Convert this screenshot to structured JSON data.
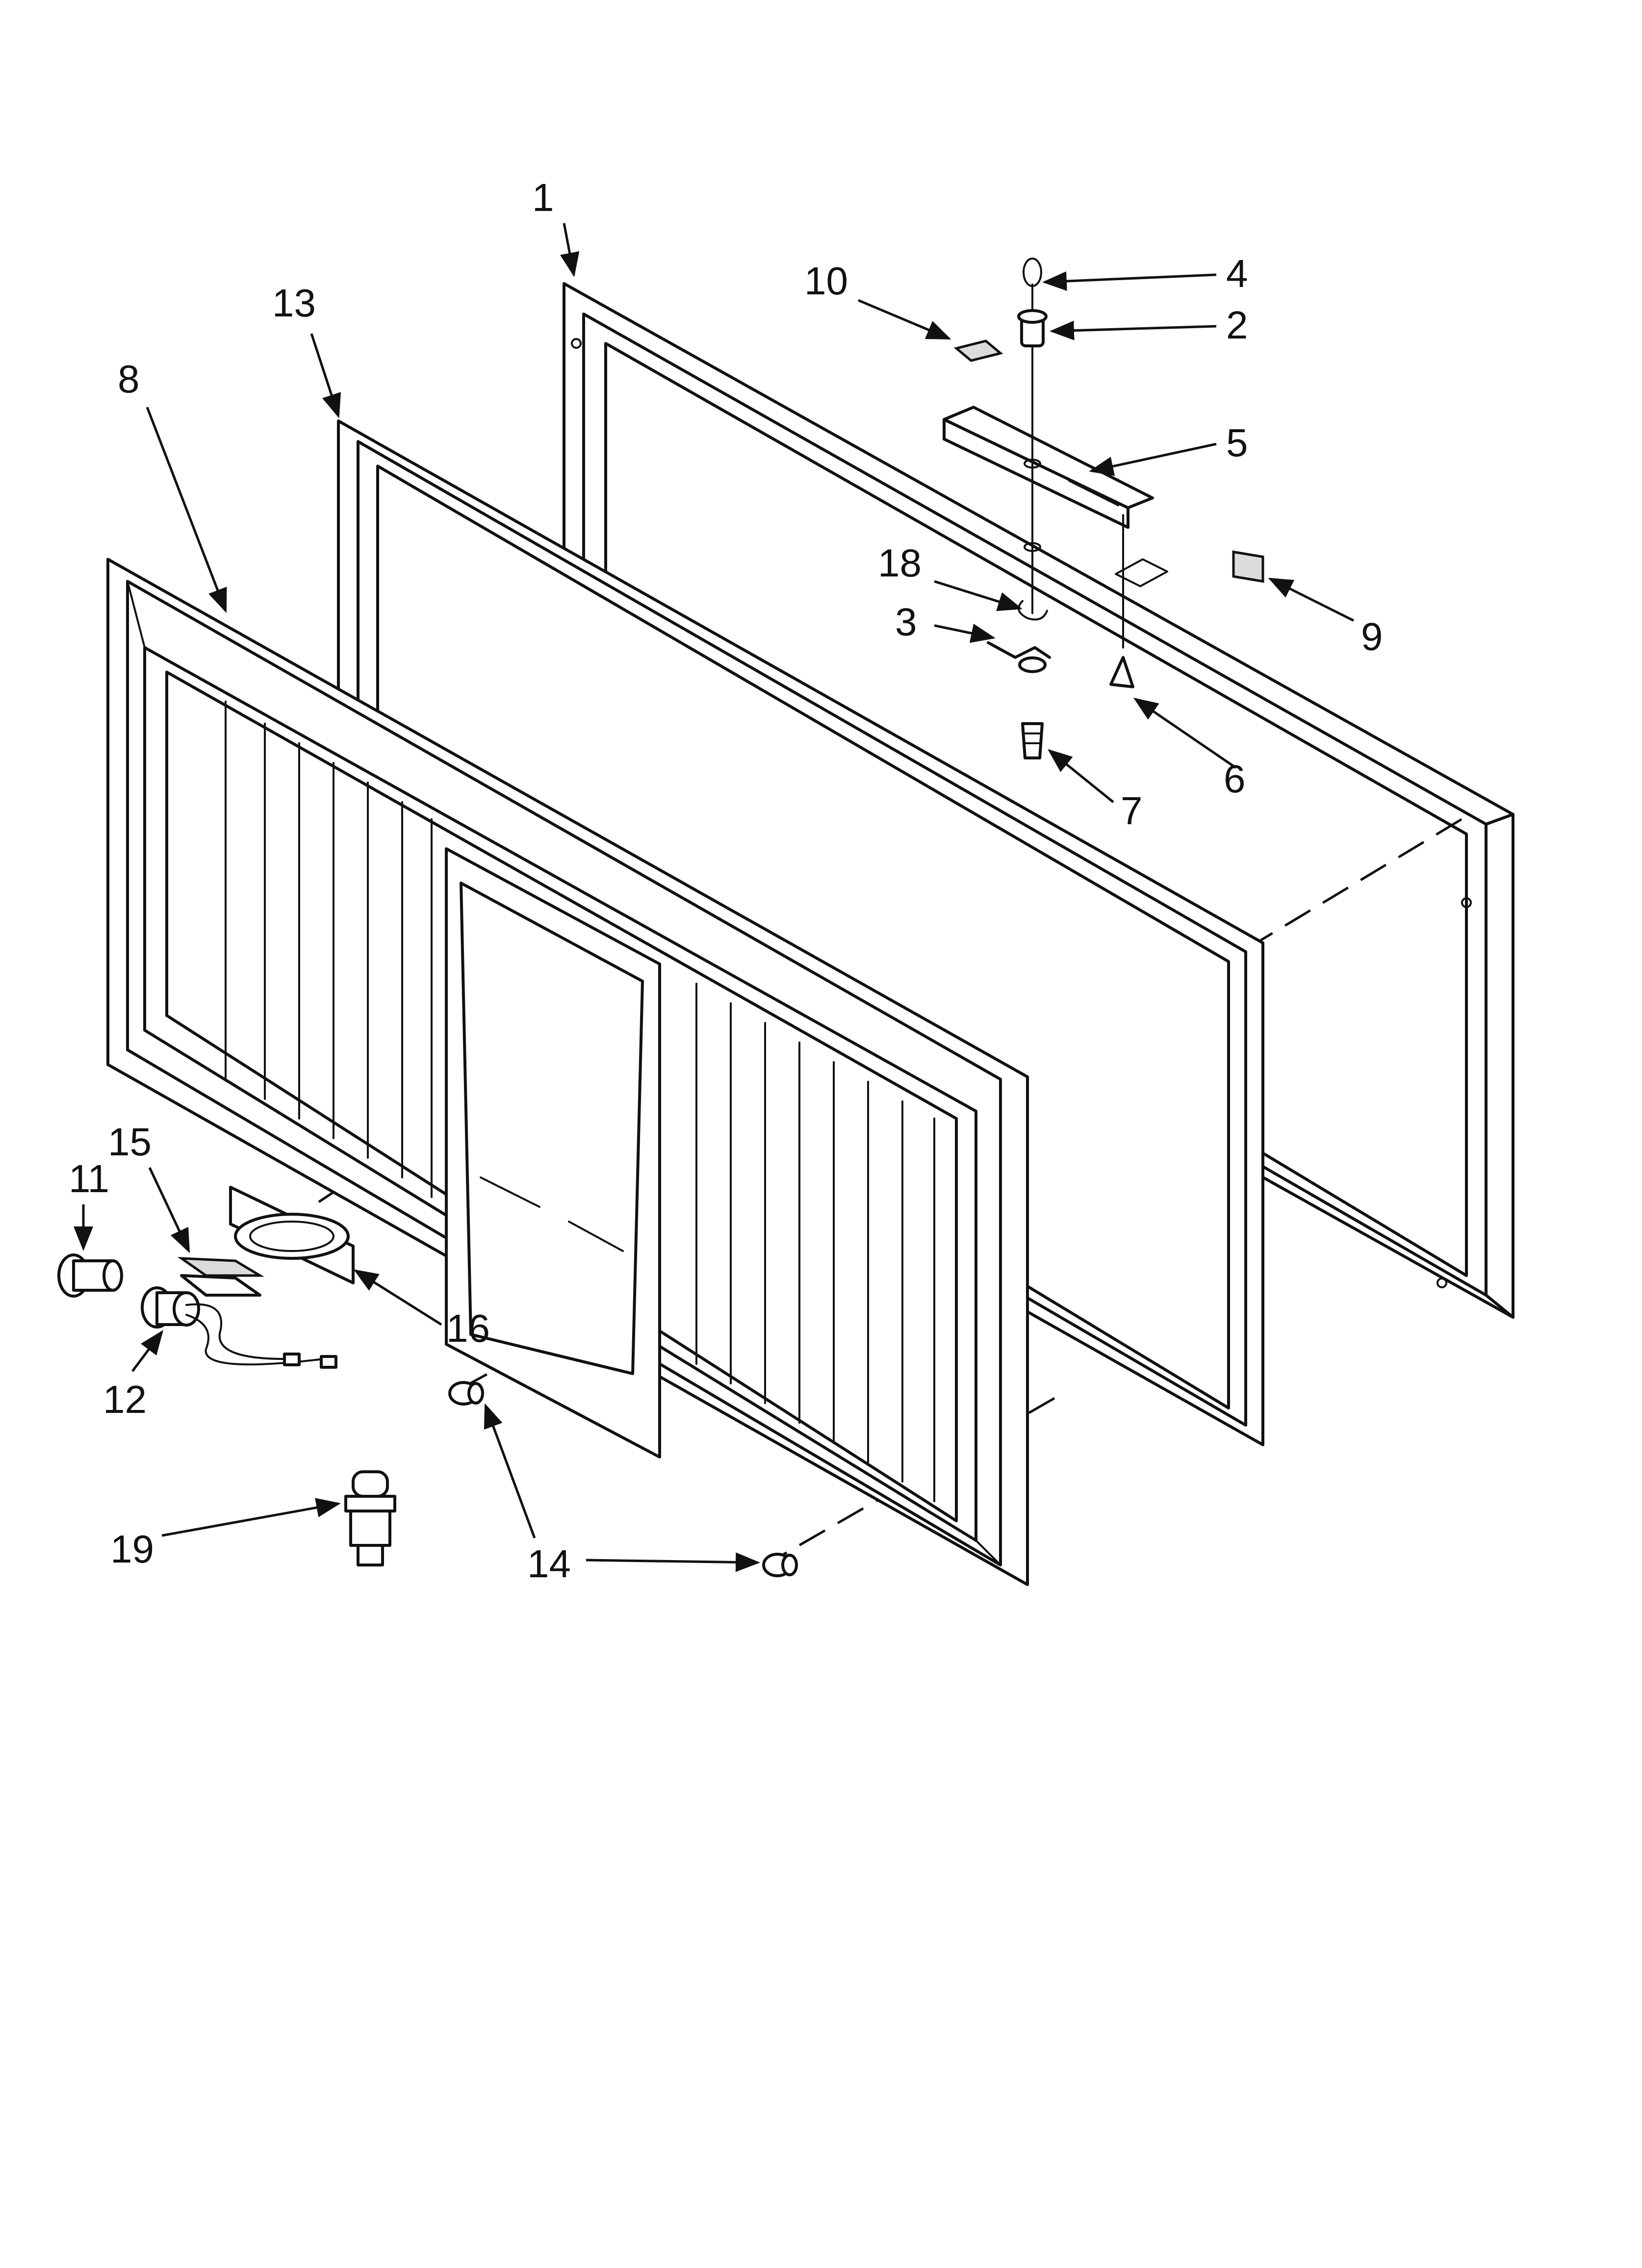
{
  "callouts": {
    "c1": "1",
    "c2": "2",
    "c3": "3",
    "c4": "4",
    "c5": "5",
    "c6": "6",
    "c7": "7",
    "c8": "8",
    "c9": "9",
    "c10": "10",
    "c11": "11",
    "c12": "12",
    "c13": "13",
    "c14": "14",
    "c15": "15",
    "c16": "16",
    "c18": "18",
    "c19": "19"
  },
  "colors": {
    "line": "#111111",
    "background": "#ffffff",
    "shade": "#dcdcdc"
  }
}
